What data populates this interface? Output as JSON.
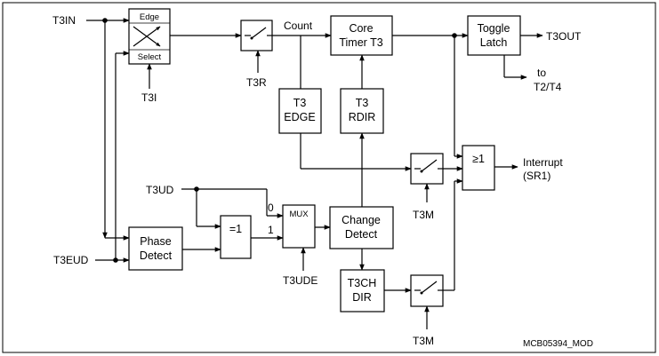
{
  "signals": {
    "t3in": "T3IN",
    "t3i": "T3I",
    "t3r": "T3R",
    "count": "Count",
    "t3out": "T3OUT",
    "to": "to",
    "t2t4": "T2/T4",
    "interrupt": "Interrupt",
    "sr1": "(SR1)",
    "t3ud": "T3UD",
    "t3eud": "T3EUD",
    "t3ude": "T3UDE",
    "t3m_top": "T3M",
    "t3m_bottom": "T3M",
    "mux_in0": "0",
    "mux_in1": "1"
  },
  "blocks": {
    "edge_select": {
      "line1": "Edge",
      "line2": "Select"
    },
    "core_timer": {
      "line1": "Core",
      "line2": "Timer T3"
    },
    "toggle_latch": {
      "line1": "Toggle",
      "line2": "Latch"
    },
    "t3edge": {
      "line1": "T3",
      "line2": "EDGE"
    },
    "t3rdir": {
      "line1": "T3",
      "line2": "RDIR"
    },
    "or_gate": {
      "label": "≥1"
    },
    "xor_gate": {
      "label": "=1"
    },
    "mux": {
      "label": "MUX"
    },
    "change_detect": {
      "line1": "Change",
      "line2": "Detect"
    },
    "phase_detect": {
      "line1": "Phase",
      "line2": "Detect"
    },
    "t3chdir": {
      "line1": "T3CH",
      "line2": "DIR"
    }
  },
  "footer": {
    "code": "MCB05394_MOD"
  }
}
